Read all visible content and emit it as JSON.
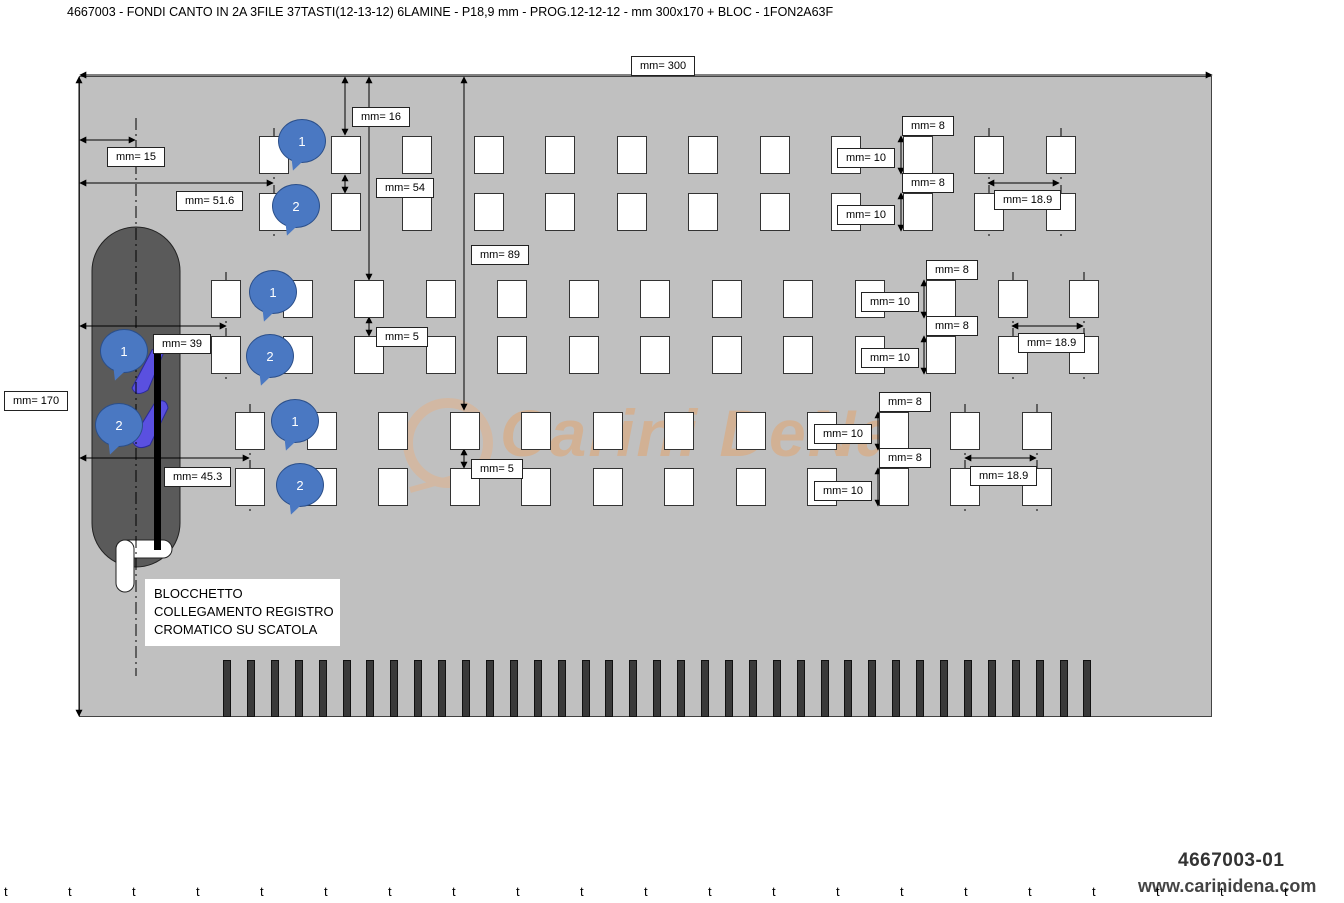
{
  "title": "4667003 - FONDI CANTO IN 2A 3FILE 37TASTI(12-13-12) 6LAMINE - P18,9 mm - PROG.12-12-12 - mm 300x170 + BLOC - 1FON2A63F",
  "dimensions": {
    "width": "mm= 300",
    "height": "mm= 170",
    "d16": "mm= 16",
    "d54": "mm= 54",
    "d89": "mm= 89",
    "d15": "mm= 15",
    "d516": "mm= 51.6",
    "d39": "mm= 39",
    "d453": "mm= 45.3",
    "d5a": "mm= 5",
    "d5b": "mm= 5",
    "row1_8a": "mm= 8",
    "row1_10a": "mm= 10",
    "row1_8b": "mm= 8",
    "row1_10b": "mm= 10",
    "row1_189": "mm= 18.9",
    "row2_8a": "mm= 8",
    "row2_10a": "mm= 10",
    "row2_8b": "mm= 8",
    "row2_10b": "mm= 10",
    "row2_189": "mm= 18.9",
    "row3_8a": "mm= 8",
    "row3_10a": "mm= 10",
    "row3_8b": "mm= 8",
    "row3_10b": "mm= 10",
    "row3_189": "mm= 18.9"
  },
  "bubbles": {
    "r1a": "1",
    "r1b": "2",
    "r2a": "1",
    "r2b": "2",
    "r3a": "1",
    "r3b": "2",
    "la": "1",
    "lb": "2"
  },
  "block_note": {
    "line1": "BLOCCHETTO",
    "line2": "COLLEGAMENTO REGISTRO",
    "line3": "CROMATICO SU SCATOLA"
  },
  "code": "4667003-01",
  "website": "www.carinidena.com",
  "watermark": "Carini DeNa.",
  "tmark": "t",
  "colors": {
    "board": "#c0c0c0",
    "bubble": "#4a78c2",
    "pad": "#5a5a5a",
    "link": "#5a50e0",
    "watermark": "#e8a060"
  }
}
